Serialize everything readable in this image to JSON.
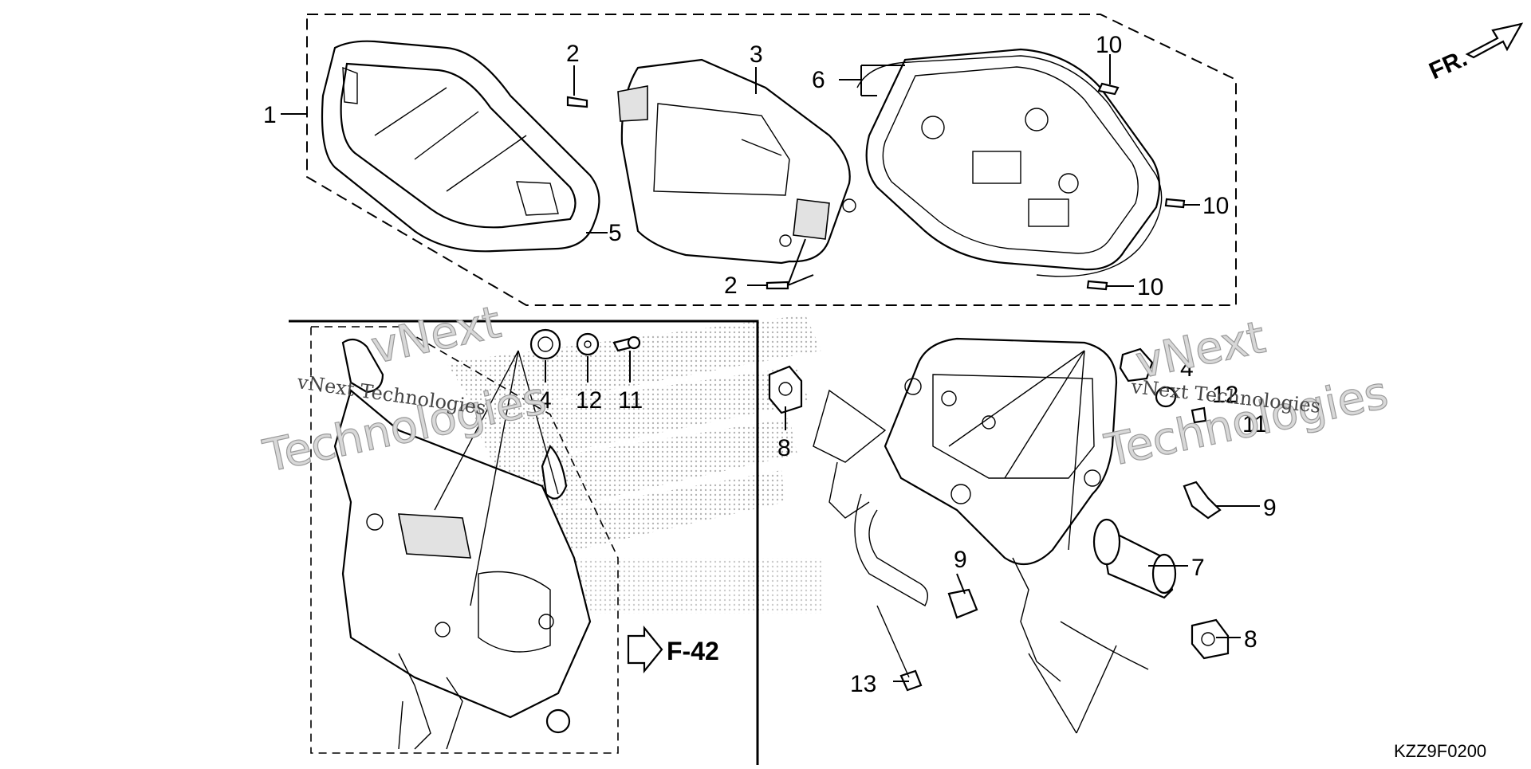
{
  "diagram": {
    "code": "KZZ9F0200",
    "front_label": "FR.",
    "ref_label": "F-42",
    "watermark": {
      "line1": "vNext",
      "line2": "Technologies",
      "line3": "vNext Technologies"
    },
    "callouts": {
      "p1": "1",
      "p2a": "2",
      "p2b": "2",
      "p3": "3",
      "p4a": "4",
      "p4b": "4",
      "p5": "5",
      "p6": "6",
      "p7": "7",
      "p8a": "8",
      "p8b": "8",
      "p9a": "9",
      "p9b": "9",
      "p10a": "10",
      "p10b": "10",
      "p10c": "10",
      "p11a": "11",
      "p11b": "11",
      "p12a": "12",
      "p12b": "12",
      "p13": "13"
    }
  }
}
